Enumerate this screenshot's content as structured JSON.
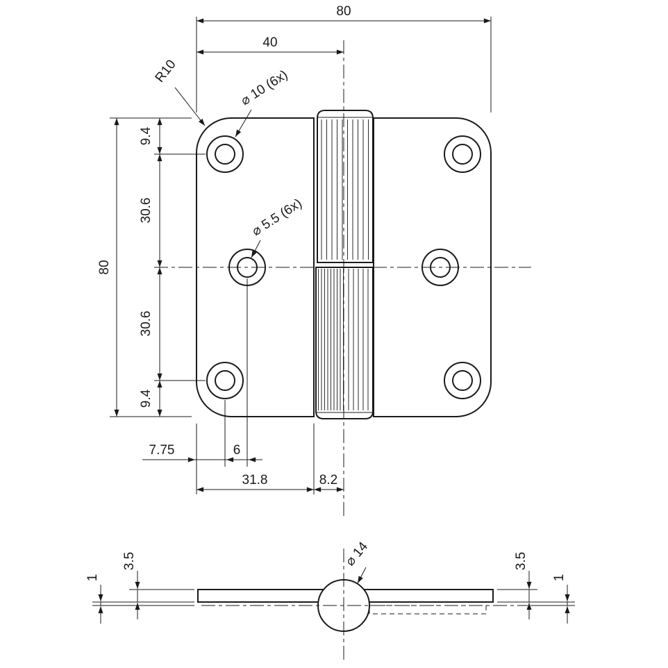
{
  "drawing": {
    "type": "technical-drawing",
    "subject": "door hinge with lift-off barrel, front view and side section view",
    "line_color": "#1a1a1a",
    "background": "#ffffff",
    "front_view": {
      "width_total": "80",
      "width_half": "40",
      "corner_radius": "R10",
      "hole_large_label": "⌀ 10 (6x)",
      "hole_small_label": "⌀ 5.5 (6x)",
      "height_total": "80",
      "chain_top": "9.4",
      "chain_upper_mid": "30.6",
      "chain_lower_mid": "30.6",
      "chain_bottom": "9.4",
      "edge_to_hole": "7.75",
      "mid_hole_offset": "6",
      "leaf_width": "31.8",
      "leaf_to_center": "8.2"
    },
    "side_view": {
      "barrel_diameter_label": "⌀ 14",
      "left_thickness": "3.5",
      "left_offset": "1",
      "right_thickness": "3.5",
      "right_offset": "1"
    }
  }
}
